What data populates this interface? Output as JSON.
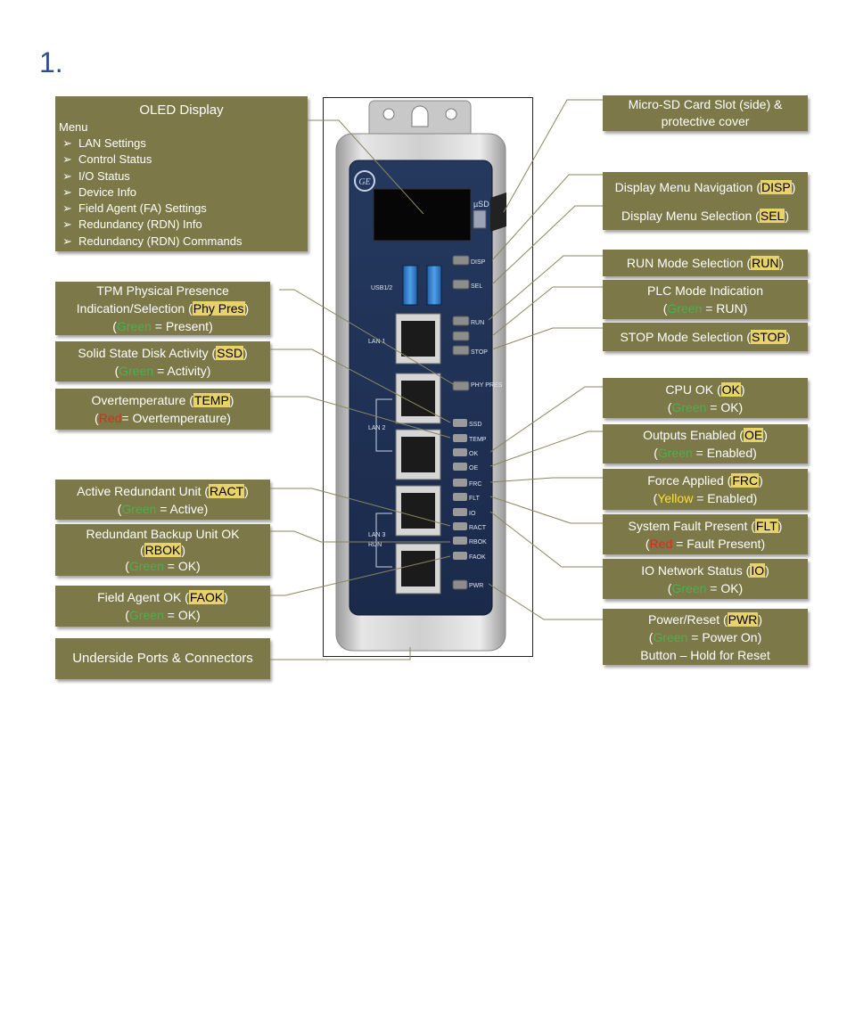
{
  "page_number": "1.",
  "oled": {
    "title": "OLED Display",
    "menu_label": "Menu",
    "arrow": "➢",
    "items": [
      "LAN Settings",
      "Control Status",
      "I/O Status",
      "Device Info",
      "Field Agent (FA) Settings",
      "Redundancy (RDN) Info",
      "Redundancy (RDN) Commands"
    ]
  },
  "left": {
    "tpm": {
      "line1": "TPM Physical Presence",
      "line2_pre": "Indication/Selection (",
      "code": "Phy Pres",
      "line2_post": ")",
      "p1": "(",
      "color_word": "Green",
      "rest": " = Present)"
    },
    "ssd": {
      "pre": "Solid State Disk Activity (",
      "code": "SSD",
      "post": ")",
      "p1": "(",
      "color_word": "Green",
      "rest": " = Activity)"
    },
    "temp": {
      "pre": "Overtemperature  (",
      "code": "TEMP",
      "post": ")",
      "p1": "(",
      "color_word": "Red",
      "rest": "= Overtemperature)"
    },
    "ract": {
      "pre": "Active Redundant Unit (",
      "code": "RACT",
      "post": ")",
      "p1": "(",
      "color_word": "Green",
      "rest": " = Active)"
    },
    "rbok": {
      "line1": "Redundant Backup Unit OK",
      "p0": "(",
      "code": "RBOK",
      "p0c": ")",
      "p1": "(",
      "color_word": "Green",
      "rest": " = OK)"
    },
    "faok": {
      "pre": "Field Agent OK (",
      "code": "FAOK",
      "post": ")",
      "p1": "(",
      "color_word": "Green",
      "rest": " = OK)"
    },
    "underside": "Underside Ports & Connectors"
  },
  "right": {
    "microsd": {
      "line1": "Micro-SD Card Slot (side) &",
      "line2": "protective cover"
    },
    "disp": {
      "pre": "Display Menu Navigation (",
      "code": "DISP",
      "post": ")"
    },
    "sel": {
      "pre": "Display Menu Selection (",
      "code": "SEL",
      "post": ")"
    },
    "run": {
      "pre": "RUN Mode Selection (",
      "code": "RUN",
      "post": ")"
    },
    "plc": {
      "line1": "PLC Mode Indication",
      "p1": "(",
      "color_word": "Green",
      "rest": " = RUN)"
    },
    "stop": {
      "pre": "STOP Mode Selection (",
      "code": "STOP",
      "post": ")"
    },
    "cpu": {
      "pre": "CPU OK (",
      "code": "OK",
      "post": ")",
      "p1": "(",
      "color_word": "Green",
      "rest": " = OK)"
    },
    "oe": {
      "pre": "Outputs Enabled (",
      "code": "OE",
      "post": ")",
      "p1": "(",
      "color_word": "Green",
      "rest": " = Enabled)"
    },
    "frc": {
      "pre": "Force Applied (",
      "code": "FRC",
      "post": ")",
      "p1": "(",
      "color_word": "Yellow",
      "rest": " = Enabled)"
    },
    "flt": {
      "pre": "System Fault Present (",
      "code": "FLT",
      "post": ")",
      "p1": "(",
      "color_word": "Red",
      "rest": " = Fault Present)"
    },
    "io": {
      "pre": "IO Network Status (",
      "code": "IO",
      "post": ")",
      "p1": "(",
      "color_word": "Green",
      "rest": " = OK)"
    },
    "pwr": {
      "pre": "Power/Reset (",
      "code": "PWR",
      "post": ")",
      "p1": "(",
      "color_word": "Green",
      "rest": " = Power On)",
      "line3": "Button – Hold for Reset"
    }
  },
  "device": {
    "usb_label": "USB1/2",
    "sd_label": "µSD",
    "lan_labels": [
      "LAN 1",
      "LAN 2",
      "LAN 3",
      "RDN"
    ],
    "buttons": [
      "DISP",
      "SEL",
      "RUN",
      "",
      "STOP",
      "PHY PRES"
    ],
    "leds": [
      "SSD",
      "TEMP",
      "OK",
      "OE",
      "FRC",
      "FLT",
      "IO",
      "RACT",
      "RBOK",
      "FAOK"
    ],
    "pwr_label": "PWR"
  },
  "colors": {
    "callout_bg": "#7c7848",
    "code_highlight": "#e8d26a",
    "panel_blue": "#1c2f55",
    "green": "#4caf50",
    "red": "#d03020",
    "yellow": "#ffe030"
  }
}
